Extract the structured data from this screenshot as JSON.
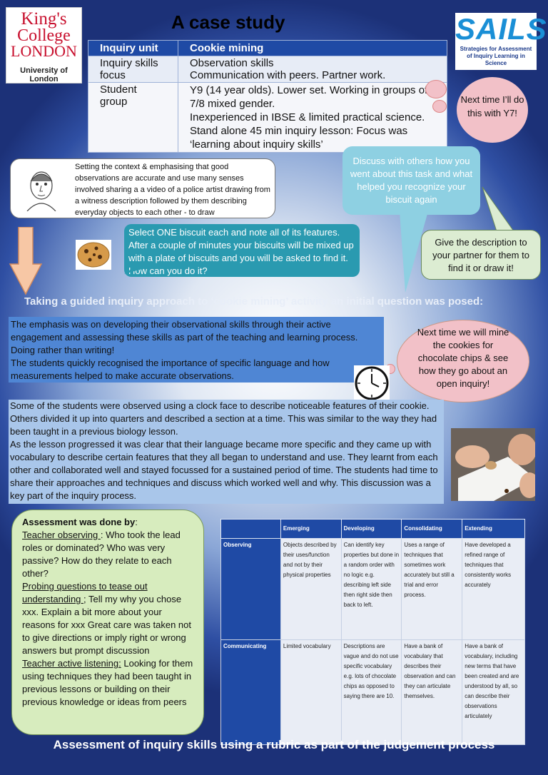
{
  "title": "A case study",
  "logos": {
    "kings": {
      "line1": "King's",
      "line2": "College",
      "line3": "LONDON",
      "line4": "University of London"
    },
    "sails": {
      "name": "SAILS",
      "tagline": "Strategies for Assessment of Inquiry Learning in Science"
    }
  },
  "info_table": {
    "header": {
      "label": "Inquiry unit",
      "value": "Cookie mining"
    },
    "rows": [
      {
        "label": "Inquiry skills focus",
        "value": "Observation skills\nCommunication with peers. Partner work."
      },
      {
        "label": "Student group",
        "value": "Y9 (14 year olds). Lower set. Working in groups of 7/8 mixed gender.\nInexperienced in IBSE & limited practical science.\nStand alone 45 min inquiry lesson: Focus was ‘learning about inquiry skills’"
      }
    ]
  },
  "callouts": {
    "next_time_y7": "Next time I’ll do this with Y7!",
    "context": "Setting the context & emphasising that  good observations are accurate  and use many senses involved sharing a  a video of a police artist drawing from a  witness description followed by them describing everyday objects to each other  - to draw",
    "discuss": "Discuss with others how you went about this task and what helped you recognize your biscuit again",
    "select": "Select ONE biscuit  each and note all of its features. After a couple of minutes your biscuits will be mixed up with a plate of biscuits and you will be asked to find it.  How can you do it?",
    "give": "Give the description to your partner for them to find it or draw it!",
    "next_time_mine": "Next time we will mine the cookies for chocolate chips & see how they go about an open inquiry!"
  },
  "guided_heading": "Taking a guided inquiry approach to ‘cookie mining’ activity an initial question was posed:",
  "emphasis": "The emphasis was on  developing their observational skills through their active engagement  and assessing these skills as part of the teaching and learning process.  Doing rather than writing!\n The students quickly recognised the importance of  specific language  and how measurements helped to make accurate observations.",
  "observed": "Some of the students were observed using a clock face to describe noticeable features of their cookie.  Others divided it up into quarters and described a section at a time.  This was similar to  the way they had been taught in a previous biology lesson.\nAs the lesson progressed it was clear that their language became more specific and they came up with vocabulary to describe certain features that they all began to understand and use.  They learnt from each other and collaborated well and stayed focussed for a sustained period of time. The students had time to share their approaches and techniques and discuss which worked well and why.  This discussion was a key part of the inquiry process.",
  "assessment": {
    "heading": "Assessment was done by",
    "heading_suffix": ":",
    "item1_label": "Teacher observing ",
    "item1_text": ": Who took the lead roles or dominated? Who  was  very passive? How do they relate to each other?",
    "item2_label": "Probing questions to tease out understanding ",
    "item2_text": "; Tell my why you chose xxx. Explain a bit more about your reasons for xxx Great care was taken not to give directions or imply right or wrong answers but prompt discussion",
    "item3_label": "Teacher active listening:",
    "item3_text": " Looking for them using techniques they had been taught in previous lessons or building on their previous knowledge or ideas from peers"
  },
  "rubric": {
    "columns": [
      "",
      "Emerging",
      "Developing",
      "Consolidating",
      "Extending"
    ],
    "rows": [
      {
        "name": "Observing",
        "cells": [
          "Objects described by their uses/function and not by their physical properties",
          "Can identify key properties but done in a random order with no logic e.g. describing left side then right side then back to left.",
          "Uses a range of techniques that sometimes work accurately but still a trial and error process.",
          "Have developed a refined range of techniques that consistently works accurately"
        ]
      },
      {
        "name": "Communicating",
        "cells": [
          "Limited vocabulary",
          "Descriptions are vague and do not use specific vocabulary e.g. lots of chocolate chips as opposed to saying there are 10.",
          "Have a bank of vocabulary that describes their observation and can they can articulate themselves.",
          "Have a bank of vocabulary, including new terms that have been created and are understood by all, so can describe their observations articulately"
        ]
      }
    ]
  },
  "footer": "Assessment of inquiry skills using a rubric as part of the judgement  process",
  "colors": {
    "header_blue": "#1f4aa5",
    "cloud_pink": "#f2c1c8",
    "teal": "#2a9ab0",
    "light_green": "#d7ecbe"
  }
}
